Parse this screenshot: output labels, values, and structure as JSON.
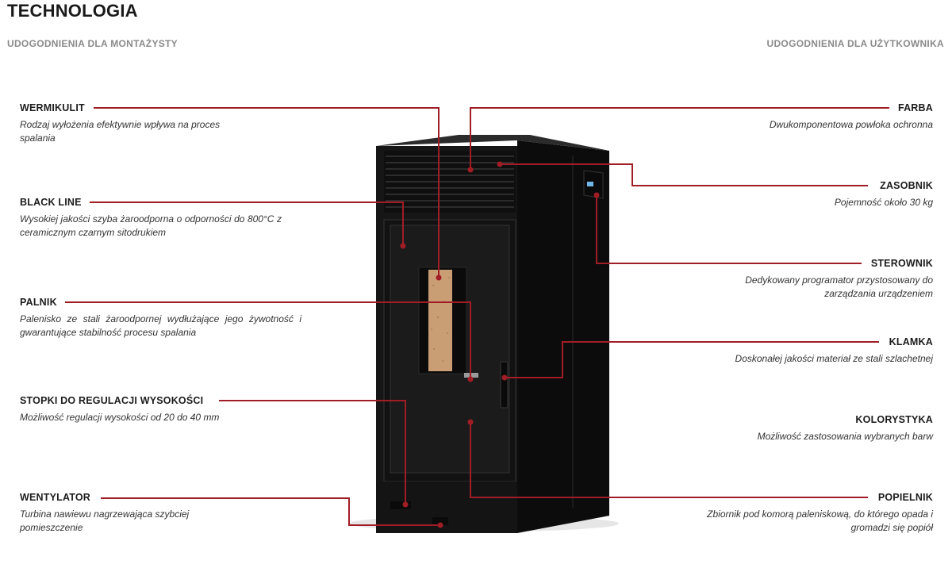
{
  "header": {
    "title": "TECHNOLOGIA",
    "left_subtitle": "UDOGODNIENIA DLA MONTAŻYSTY",
    "right_subtitle": "UDOGODNIENIA DLA UŻYTKOWNIKA"
  },
  "left_features": [
    {
      "title": "WERMIKULIT",
      "desc": "Rodzaj wyłożenia efektywnie wpływa na proces spalania"
    },
    {
      "title": "BLACK LINE",
      "desc": "Wysokiej jakości szyba żaroodporna o odporności do 800°C z ceramicznym czarnym sitodrukiem"
    },
    {
      "title": "PALNIK",
      "desc": "Palenisko ze stali żaroodpornej wydłużające jego żywotność i gwarantujące stabilność procesu spalania"
    },
    {
      "title": "STOPKI DO REGULACJI WYSOKOŚCI",
      "desc": "Możliwość regulacji wysokości od 20 do 40 mm"
    },
    {
      "title": "WENTYLATOR",
      "desc": "Turbina nawiewu nagrzewająca szybciej pomieszczenie"
    }
  ],
  "right_features": [
    {
      "title": "FARBA",
      "desc": "Dwukomponentowa powłoka ochronna"
    },
    {
      "title": "ZASOBNIK",
      "desc": "Pojemność około 30 kg"
    },
    {
      "title": "STEROWNIK",
      "desc": "Dedykowany programator przystosowany do zarządzania urządzeniem"
    },
    {
      "title": "KLAMKA",
      "desc": "Doskonałej jakości materiał ze stali szlachetnej"
    },
    {
      "title": "KOLORYSTYKA",
      "desc": "Możliwość zastosowania wybranych barw"
    },
    {
      "title": "POPIELNIK",
      "desc": "Zbiornik pod komorą paleniskową, do którego opada i gromadzi się popiół"
    }
  ],
  "colors": {
    "accent": "#a11d26",
    "stove": "#151515"
  }
}
